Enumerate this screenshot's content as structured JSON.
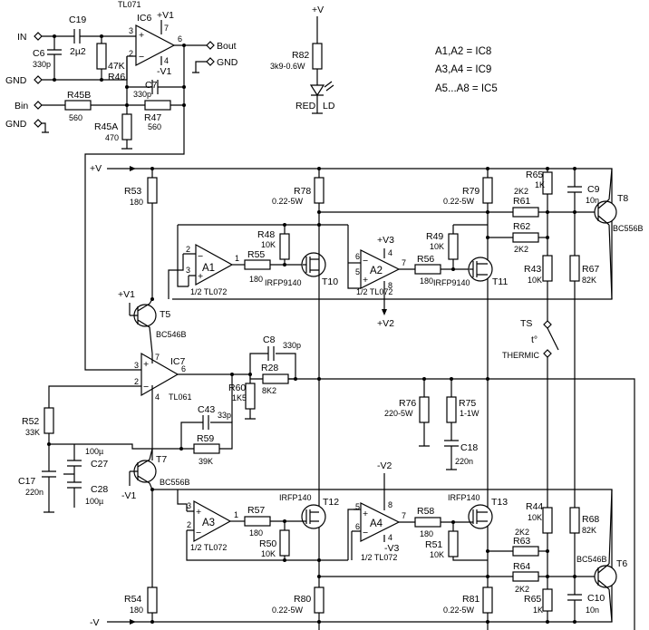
{
  "terminals": {
    "in": "IN",
    "gnd1": "GND",
    "bin": "Bin",
    "gnd2": "GND",
    "bout": "Bout",
    "gnd3": "GND"
  },
  "rails": {
    "pos": "+V",
    "neg": "-V",
    "v1p": "+V1",
    "v1n": "-V1",
    "v3p": "+V3",
    "v2p": "+V2",
    "v2n": "-V2",
    "v3n": "-V3"
  },
  "ic_map": [
    "A1,A2 = IC8",
    "A3,A4 = IC9",
    "A5...A8 = IC5"
  ],
  "parts": {
    "c19": {
      "ref": "C19",
      "val": "2µ2"
    },
    "c6": {
      "ref": "C6",
      "val": "330p"
    },
    "r46": {
      "ref": "R46",
      "val": "47K"
    },
    "ic6": {
      "ref": "IC6",
      "val": "TL071"
    },
    "c7": {
      "ref": "C7",
      "val": "330p"
    },
    "r45b": {
      "ref": "R45B",
      "val": "560"
    },
    "r45a": {
      "ref": "R45A",
      "val": "470"
    },
    "r47": {
      "ref": "R47",
      "val": "560"
    },
    "r82": {
      "ref": "R82",
      "val": "3k9-0.6W"
    },
    "ld": {
      "ref": "RED",
      "val": "LD"
    },
    "r53": {
      "ref": "R53",
      "val": "180"
    },
    "r78": {
      "ref": "R78",
      "val": "0.22-5W"
    },
    "r79": {
      "ref": "R79",
      "val": "0.22-5W"
    },
    "r65t": {
      "ref": "R65",
      "val": "1K"
    },
    "r61": {
      "ref": "R61",
      "val": "2K2"
    },
    "c9": {
      "ref": "C9",
      "val": "10n"
    },
    "t8": {
      "ref": "T8",
      "val": "BC556B"
    },
    "r48": {
      "ref": "R48",
      "val": "10K"
    },
    "r49": {
      "ref": "R49",
      "val": "10K"
    },
    "r62": {
      "ref": "R62",
      "val": "2K2"
    },
    "a1": {
      "ref": "A1",
      "val": "1/2 TL072"
    },
    "r55": {
      "ref": "R55",
      "val": "180"
    },
    "t10": {
      "ref": "T10",
      "val": "IRFP9140"
    },
    "a2": {
      "ref": "A2",
      "val": "1/2 TL072"
    },
    "r56": {
      "ref": "R56",
      "val": "180"
    },
    "t11": {
      "ref": "T11",
      "val": "IRFP9140"
    },
    "r43": {
      "ref": "R43",
      "val": "10K"
    },
    "r67": {
      "ref": "R67",
      "val": "82K"
    },
    "t5": {
      "ref": "T5",
      "val": "BC546B"
    },
    "ts": {
      "ref": "TS",
      "val": "THERMIC",
      "sym": "t°"
    },
    "c8": {
      "ref": "C8",
      "val": "330p"
    },
    "ic7": {
      "ref": "IC7",
      "val": "TL061"
    },
    "r28": {
      "ref": "R28",
      "val": "8K2"
    },
    "r60": {
      "ref": "R60",
      "val": "1K5"
    },
    "r76": {
      "ref": "R76",
      "val": "220-5W"
    },
    "r75": {
      "ref": "R75",
      "val": "1-1W"
    },
    "c18": {
      "ref": "C18",
      "val": "220n"
    },
    "r52": {
      "ref": "R52",
      "val": "33K"
    },
    "c43": {
      "ref": "C43",
      "val": "33p"
    },
    "r59": {
      "ref": "R59",
      "val": "39K"
    },
    "c27": {
      "ref": "C27",
      "val": "100µ"
    },
    "c28": {
      "ref": "C28",
      "val": "100µ"
    },
    "c17": {
      "ref": "C17",
      "val": "220n"
    },
    "t7": {
      "ref": "T7",
      "val": "BC556B"
    },
    "a3": {
      "ref": "A3",
      "val": "1/2 TL072"
    },
    "r57": {
      "ref": "R57",
      "val": "180"
    },
    "t12": {
      "ref": "T12",
      "val": "IRFP140"
    },
    "r50": {
      "ref": "R50",
      "val": "10K"
    },
    "a4": {
      "ref": "A4",
      "val": "1/2 TL072"
    },
    "r58": {
      "ref": "R58",
      "val": "180"
    },
    "t13": {
      "ref": "T13",
      "val": "IRFP140"
    },
    "r51": {
      "ref": "R51",
      "val": "10K"
    },
    "r44": {
      "ref": "R44",
      "val": "10K"
    },
    "r63": {
      "ref": "R63",
      "val": "2K2"
    },
    "r64": {
      "ref": "R64",
      "val": "2K2"
    },
    "r68": {
      "ref": "R68",
      "val": "82K"
    },
    "t6": {
      "ref": "T6",
      "val": "BC546B"
    },
    "r54": {
      "ref": "R54",
      "val": "180"
    },
    "r80": {
      "ref": "R80",
      "val": "0.22-5W"
    },
    "r81": {
      "ref": "R81",
      "val": "0.22-5W"
    },
    "r65b": {
      "ref": "R65",
      "val": "1K"
    },
    "c10": {
      "ref": "C10",
      "val": "10n"
    }
  },
  "pins": [
    "3",
    "2",
    "7",
    "4",
    "6",
    "1",
    "5",
    "8"
  ]
}
